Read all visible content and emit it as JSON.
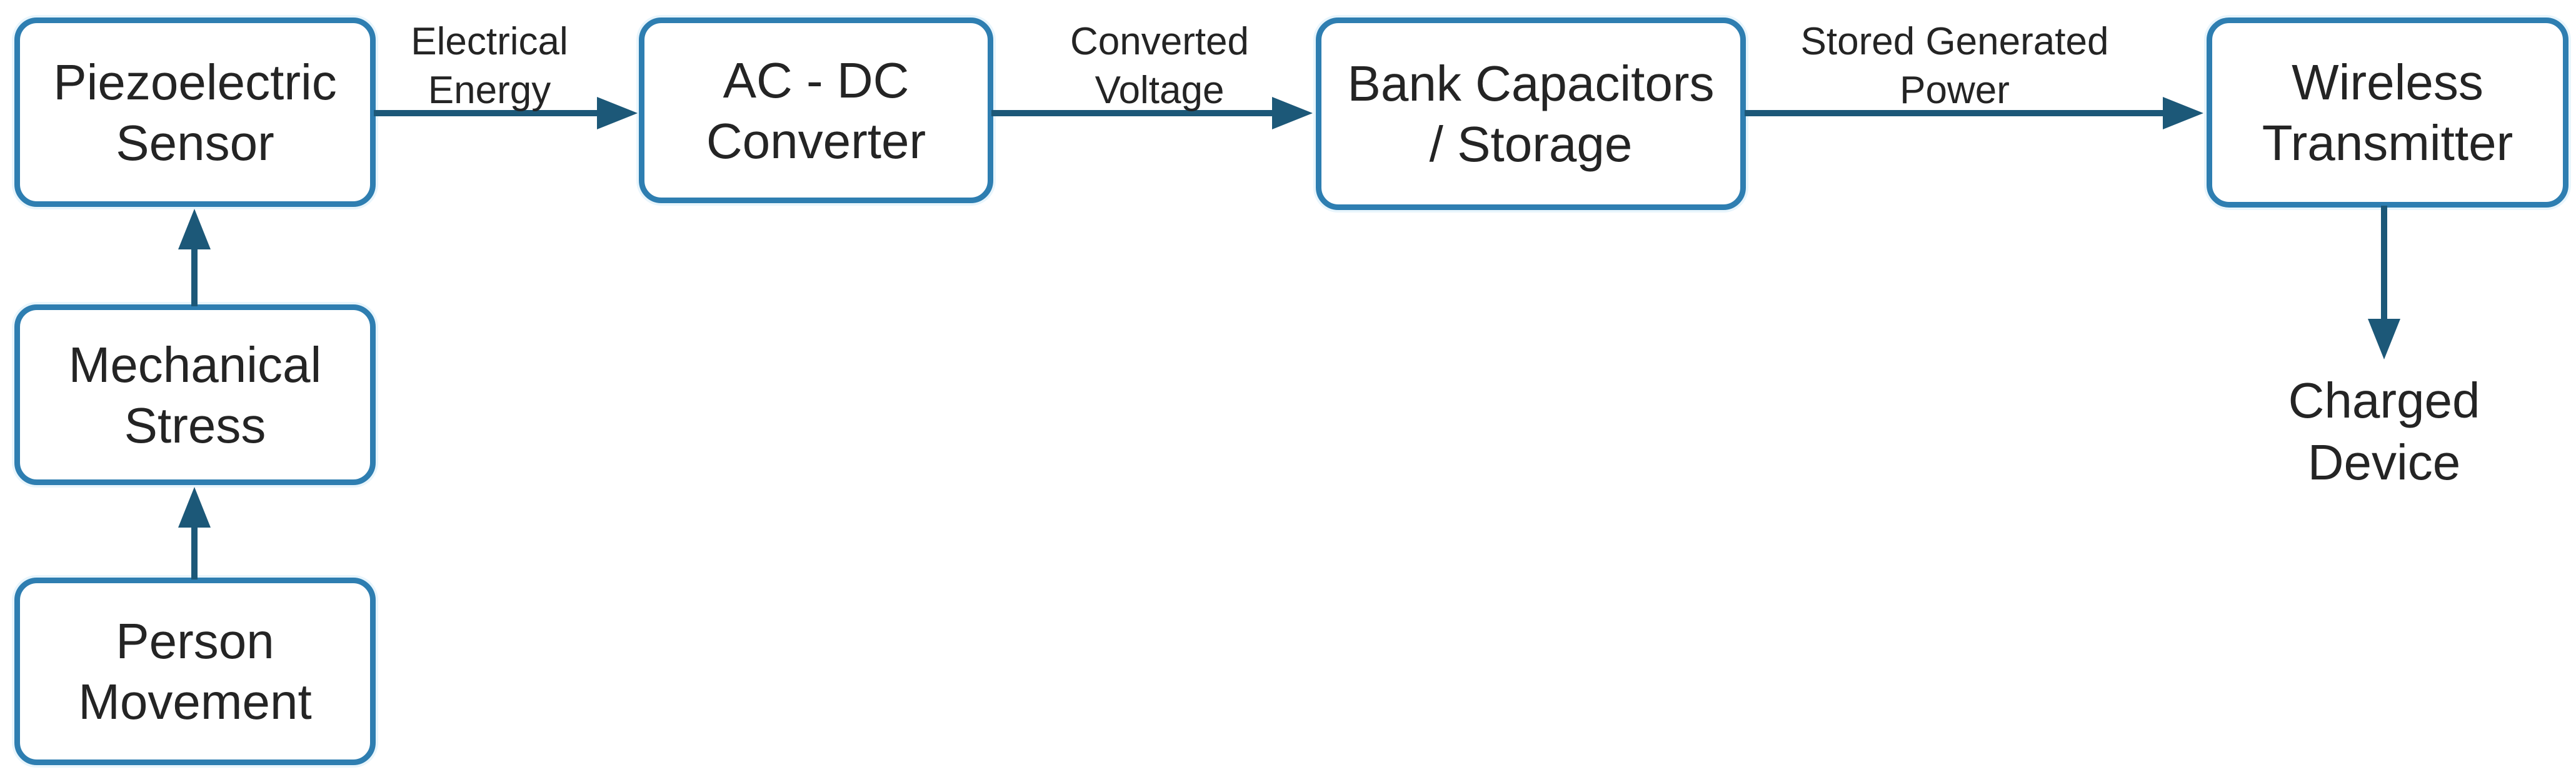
{
  "diagram": {
    "colors": {
      "node_border": "#2e7eb1",
      "node_fill": "#ffffff",
      "arrow": "#1c5878",
      "text": "#242424",
      "background": "#ffffff"
    },
    "nodes": {
      "piezoelectric_sensor": {
        "line1": "Piezoelectric",
        "line2": "Sensor"
      },
      "mechanical_stress": {
        "line1": "Mechanical",
        "line2": "Stress"
      },
      "person_movement": {
        "line1": "Person",
        "line2": "Movement"
      },
      "ac_dc_converter": {
        "line1": "AC - DC",
        "line2": "Converter"
      },
      "bank_capacitors_storage": {
        "line1": "Bank Capacitors",
        "line2": "/ Storage"
      },
      "wireless_transmitter": {
        "line1": "Wireless",
        "line2": "Transmitter"
      }
    },
    "terminal": {
      "charged_device": {
        "line1": "Charged",
        "line2": "Device"
      }
    },
    "edge_labels": {
      "electrical_energy": {
        "line1": "Electrical",
        "line2": "Energy"
      },
      "converted_voltage": {
        "line1": "Converted",
        "line2": "Voltage"
      },
      "stored_generated_power": {
        "line1": "Stored Generated",
        "line2": "Power"
      }
    }
  }
}
